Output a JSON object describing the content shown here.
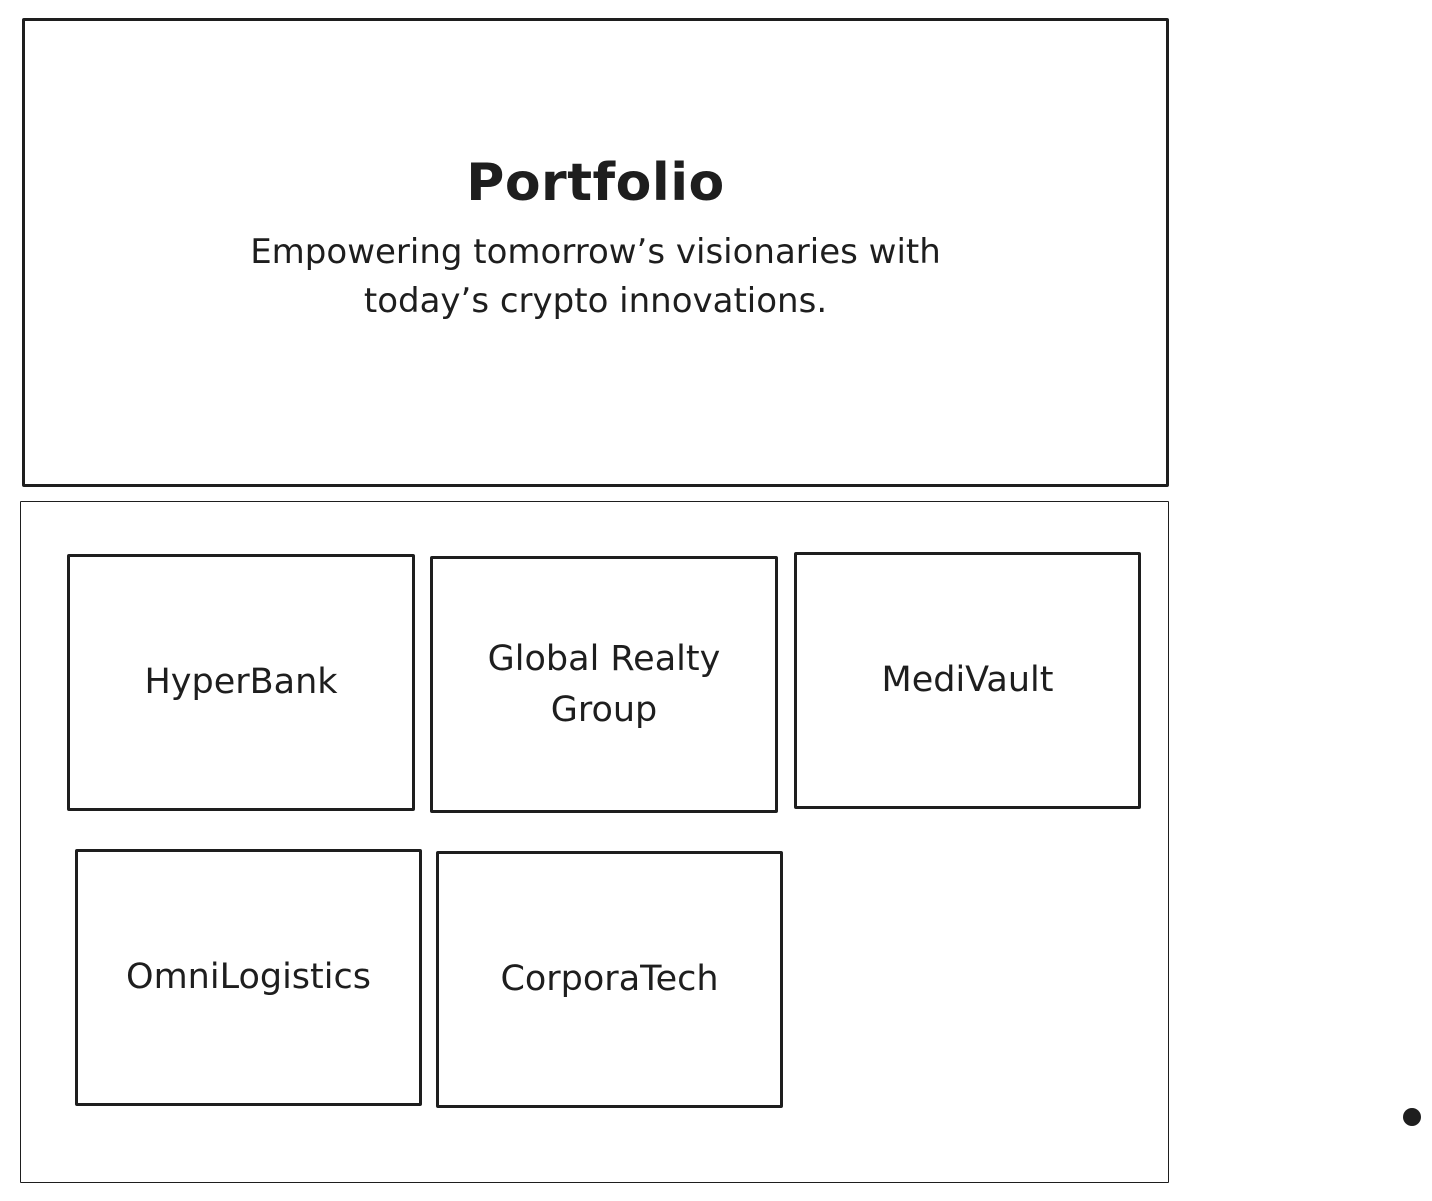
{
  "hero": {
    "title": "Portfolio",
    "subtitle": "Empowering tomorrow’s visionaries with today’s crypto innovations."
  },
  "portfolio": {
    "companies": [
      {
        "name": "HyperBank"
      },
      {
        "name": "Global Realty Group"
      },
      {
        "name": "MediVault"
      },
      {
        "name": "OmniLogistics"
      },
      {
        "name": "CorporaTech"
      }
    ]
  }
}
